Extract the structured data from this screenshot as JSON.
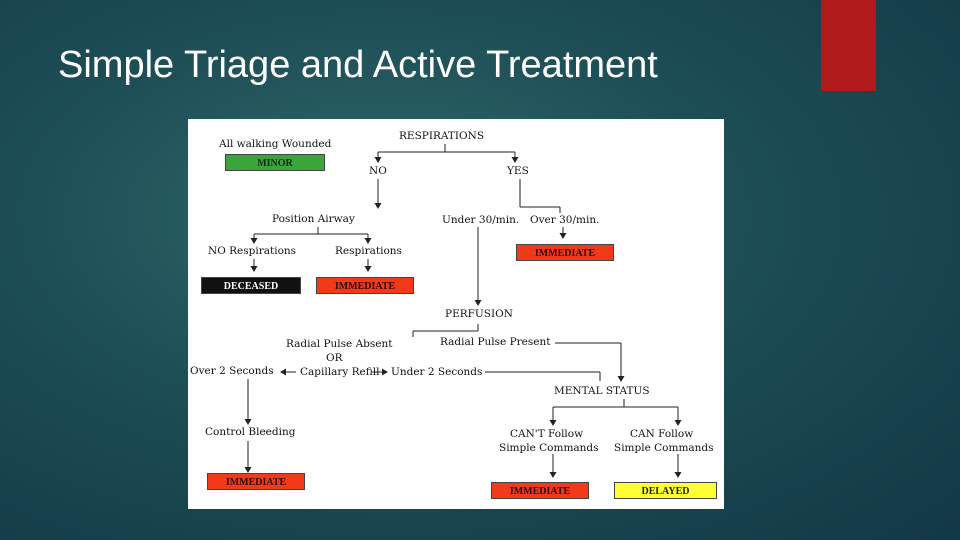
{
  "slide": {
    "title": "Simple Triage and Active Treatment",
    "accent_color": "#b01a1a"
  },
  "diagram": {
    "respirations": "RESPIRATIONS",
    "all_walking_wounded": "All walking Wounded",
    "minor": "MINOR",
    "no": "NO",
    "yes": "YES",
    "position_airway": "Position Airway",
    "under_30": "Under 30/min.",
    "over_30": "Over 30/min.",
    "no_respirations": "NO Respirations",
    "respirations_after": "Respirations",
    "deceased": "DECEASED",
    "immediate_1": "IMMEDIATE",
    "immediate_2": "IMMEDIATE",
    "perfusion": "PERFUSION",
    "radial_pulse_absent": "Radial Pulse Absent",
    "or": "OR",
    "radial_pulse_present": "Radial Pulse Present",
    "over_2_seconds": "Over 2 Seconds",
    "capillary_refill": "Capillary Refill",
    "under_2_seconds": "Under 2 Seconds",
    "mental_status": "MENTAL STATUS",
    "control_bleeding": "Control Bleeding",
    "cant_follow_1": "CAN'T Follow",
    "cant_follow_2": "Simple Commands",
    "can_follow_1": "CAN Follow",
    "can_follow_2": "Simple Commands",
    "immediate_3": "IMMEDIATE",
    "immediate_4": "IMMEDIATE",
    "delayed": "DELAYED",
    "colors": {
      "minor": "#3aa63a",
      "immediate": "#f23a1a",
      "deceased": "#111111",
      "delayed": "#ffff33"
    }
  }
}
